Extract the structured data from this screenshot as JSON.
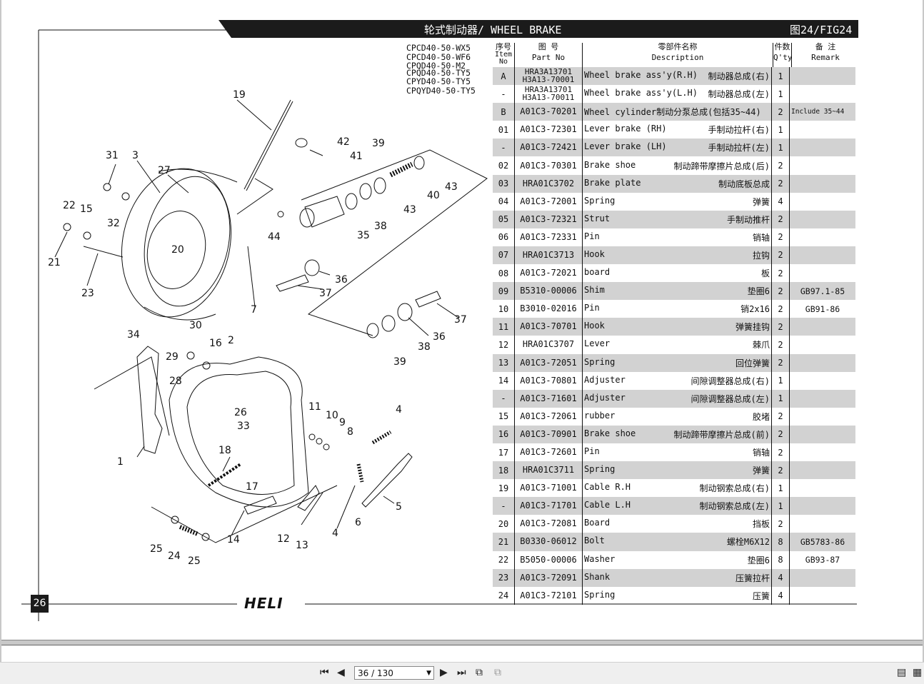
{
  "header": {
    "title": "轮式制动器/ WHEEL BRAKE",
    "fig": "图24/FIG24"
  },
  "models": [
    "CPCD40-50-WX5",
    "CPCD40-50-WF6",
    "CPQD40-50-M2",
    "CPQD40-50-TY5",
    "CPYD40-50-TY5",
    "CPQYD40-50-TY5"
  ],
  "columns": {
    "no_cn": "序号",
    "no_en1": "Item",
    "no_en2": "No",
    "pn_cn": "图 号",
    "pn_en": "Part No",
    "desc_cn": "零部件名称",
    "desc_en": "Description",
    "qty_cn": "件数",
    "qty_en": "Q'ty",
    "rem_cn": "备 注",
    "rem_en": "Remark"
  },
  "rows": [
    {
      "no": "A",
      "pn": "HRA3A13701",
      "pn2": "H3A13-70001",
      "en": "Wheel brake ass'y(R.H)",
      "cn": "制动器总成(右)",
      "qty": "1",
      "rem": ""
    },
    {
      "no": "-",
      "pn": "HRA3A13701",
      "pn2": "H3A13-70011",
      "en": "Wheel brake ass'y(L.H)",
      "cn": "制动器总成(左)",
      "qty": "1",
      "rem": ""
    },
    {
      "no": "B",
      "pn": "A01C3-70201",
      "pn2": "",
      "en": "Wheel cylinder制动分泵总成(包括35~44)",
      "cn": "",
      "qty": "2",
      "rem": "Include 35~44"
    },
    {
      "no": "01",
      "pn": "A01C3-72301",
      "pn2": "",
      "en": "Lever brake (RH)",
      "cn": "手制动拉杆(右)",
      "qty": "1",
      "rem": ""
    },
    {
      "no": "-",
      "pn": "A01C3-72421",
      "pn2": "",
      "en": "Lever brake (LH)",
      "cn": "手制动拉杆(左)",
      "qty": "1",
      "rem": ""
    },
    {
      "no": "02",
      "pn": "A01C3-70301",
      "pn2": "",
      "en": "Brake shoe",
      "cn": "制动蹄带摩擦片总成(后)",
      "qty": "2",
      "rem": ""
    },
    {
      "no": "03",
      "pn": "HRA01C3702",
      "pn2": "",
      "en": "Brake plate",
      "cn": "制动底板总成",
      "qty": "2",
      "rem": ""
    },
    {
      "no": "04",
      "pn": "A01C3-72001",
      "pn2": "",
      "en": "Spring",
      "cn": "弹簧",
      "qty": "4",
      "rem": ""
    },
    {
      "no": "05",
      "pn": "A01C3-72321",
      "pn2": "",
      "en": "Strut",
      "cn": "手制动推杆",
      "qty": "2",
      "rem": ""
    },
    {
      "no": "06",
      "pn": "A01C3-72331",
      "pn2": "",
      "en": "Pin",
      "cn": "销轴",
      "qty": "2",
      "rem": ""
    },
    {
      "no": "07",
      "pn": "HRA01C3713",
      "pn2": "",
      "en": "Hook",
      "cn": "拉钩",
      "qty": "2",
      "rem": ""
    },
    {
      "no": "08",
      "pn": "A01C3-72021",
      "pn2": "",
      "en": "board",
      "cn": "板",
      "qty": "2",
      "rem": ""
    },
    {
      "no": "09",
      "pn": "B5310-00006",
      "pn2": "",
      "en": "Shim",
      "cn": "垫圈6",
      "qty": "2",
      "rem": "GB97.1-85"
    },
    {
      "no": "10",
      "pn": "B3010-02016",
      "pn2": "",
      "en": "Pin",
      "cn": "销2x16",
      "qty": "2",
      "rem": "GB91-86"
    },
    {
      "no": "11",
      "pn": "A01C3-70701",
      "pn2": "",
      "en": "Hook",
      "cn": "弹簧挂钩",
      "qty": "2",
      "rem": ""
    },
    {
      "no": "12",
      "pn": "HRA01C3707",
      "pn2": "",
      "en": "Lever",
      "cn": "棘爪",
      "qty": "2",
      "rem": ""
    },
    {
      "no": "13",
      "pn": "A01C3-72051",
      "pn2": "",
      "en": "Spring",
      "cn": "回位弹簧",
      "qty": "2",
      "rem": ""
    },
    {
      "no": "14",
      "pn": "A01C3-70801",
      "pn2": "",
      "en": "Adjuster",
      "cn": "间隙调整器总成(右)",
      "qty": "1",
      "rem": ""
    },
    {
      "no": "-",
      "pn": "A01C3-71601",
      "pn2": "",
      "en": "Adjuster",
      "cn": "间隙调整器总成(左)",
      "qty": "1",
      "rem": ""
    },
    {
      "no": "15",
      "pn": "A01C3-72061",
      "pn2": "",
      "en": "rubber",
      "cn": "胶堵",
      "qty": "2",
      "rem": ""
    },
    {
      "no": "16",
      "pn": "A01C3-70901",
      "pn2": "",
      "en": "Brake shoe",
      "cn": "制动蹄带摩擦片总成(前)",
      "qty": "2",
      "rem": ""
    },
    {
      "no": "17",
      "pn": "A01C3-72601",
      "pn2": "",
      "en": "Pin",
      "cn": "销轴",
      "qty": "2",
      "rem": ""
    },
    {
      "no": "18",
      "pn": "HRA01C3711",
      "pn2": "",
      "en": "Spring",
      "cn": "弹簧",
      "qty": "2",
      "rem": ""
    },
    {
      "no": "19",
      "pn": "A01C3-71001",
      "pn2": "",
      "en": "Cable R.H",
      "cn": "制动钢索总成(右)",
      "qty": "1",
      "rem": ""
    },
    {
      "no": "-",
      "pn": "A01C3-71701",
      "pn2": "",
      "en": "Cable L.H",
      "cn": "制动钢索总成(左)",
      "qty": "1",
      "rem": ""
    },
    {
      "no": "20",
      "pn": "A01C3-72081",
      "pn2": "",
      "en": "Board",
      "cn": "挡板",
      "qty": "2",
      "rem": ""
    },
    {
      "no": "21",
      "pn": "B0330-06012",
      "pn2": "",
      "en": "Bolt",
      "cn": "螺栓M6X12",
      "qty": "8",
      "rem": "GB5783-86"
    },
    {
      "no": "22",
      "pn": "B5050-00006",
      "pn2": "",
      "en": "Washer",
      "cn": "垫圈6",
      "qty": "8",
      "rem": "GB93-87"
    },
    {
      "no": "23",
      "pn": "A01C3-72091",
      "pn2": "",
      "en": "Shank",
      "cn": "压簧拉杆",
      "qty": "4",
      "rem": ""
    },
    {
      "no": "24",
      "pn": "A01C3-72101",
      "pn2": "",
      "en": "Spring",
      "cn": "压簧",
      "qty": "4",
      "rem": ""
    }
  ],
  "callouts": [
    "19",
    "42",
    "41",
    "39",
    "31",
    "3",
    "27",
    "40",
    "43",
    "22",
    "15",
    "43",
    "32",
    "44",
    "38",
    "35",
    "21",
    "20",
    "7",
    "36",
    "23",
    "37",
    "37",
    "36",
    "34",
    "30",
    "16",
    "2",
    "38",
    "39",
    "29",
    "28",
    "11",
    "26",
    "10",
    "9",
    "33",
    "4",
    "8",
    "18",
    "1",
    "17",
    "5",
    "14",
    "12",
    "6",
    "25",
    "24",
    "25",
    "13",
    "4"
  ],
  "page_number": "26",
  "brand": "HELI",
  "toolbar": {
    "page_display": "36 / 130",
    "first_icon": "first-page-icon",
    "prev_icon": "prev-page-icon",
    "next_icon": "next-page-icon",
    "last_icon": "last-page-icon"
  }
}
